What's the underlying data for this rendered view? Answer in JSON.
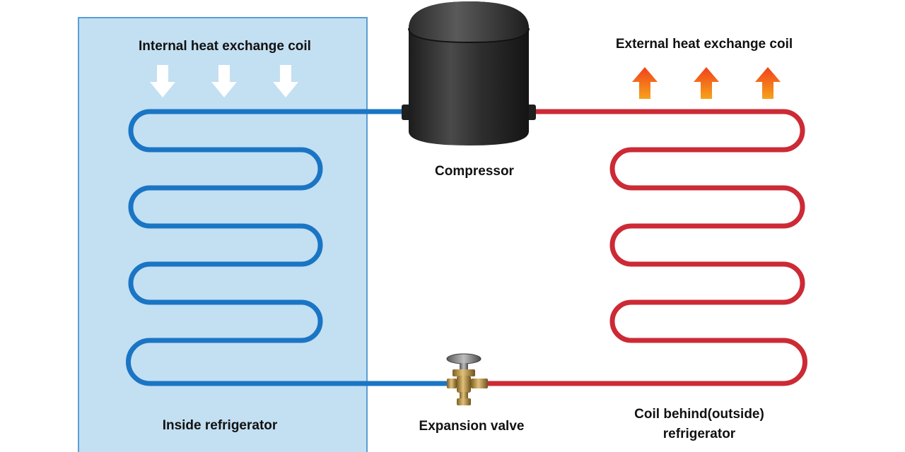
{
  "labels": {
    "internal_coil": "Internal heat exchange coil",
    "external_coil": "External heat exchange coil",
    "compressor": "Compressor",
    "expansion_valve": "Expansion valve",
    "inside_fridge": "Inside refrigerator",
    "outside_line1": "Coil behind(outside)",
    "outside_line2": "refrigerator"
  },
  "colors": {
    "cold_line": "#1a75c4",
    "hot_line": "#cc2a35",
    "inside_panel_fill": "#c3dff2",
    "inside_panel_border": "#5b9ed4",
    "down_arrow": "#ffffff",
    "up_arrow_top": "#f0411c",
    "up_arrow_bottom": "#f7a21b",
    "compressor_body": "#2d2d2d",
    "valve_brass": "#b08a3c"
  },
  "icons": {
    "down_arrows": "arrow-down-icon",
    "up_arrows": "arrow-up-icon",
    "compressor": "compressor-icon",
    "valve": "expansion-valve-icon"
  }
}
